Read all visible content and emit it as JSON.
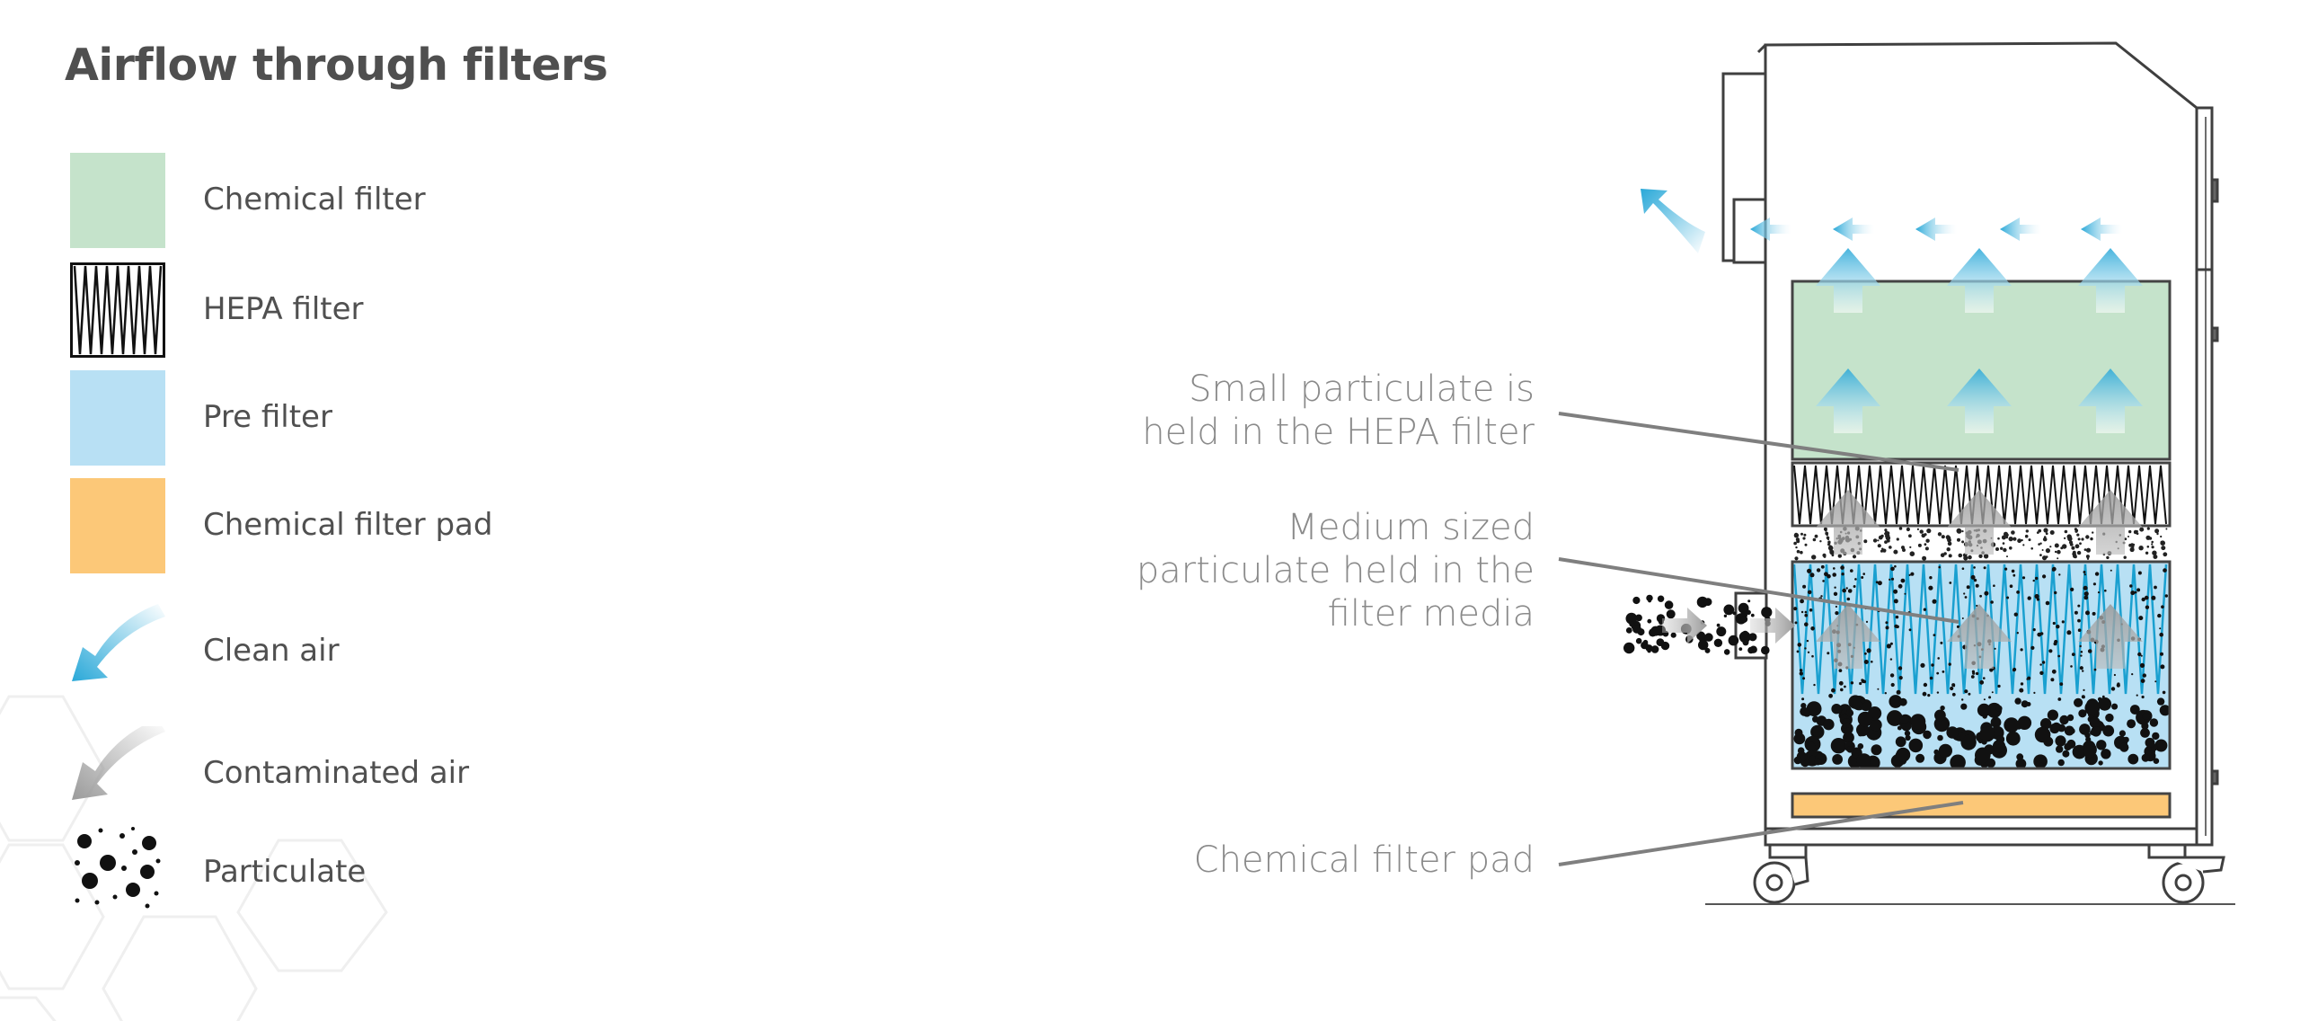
{
  "title": "Airflow through filters",
  "legend": {
    "items": [
      {
        "label": "Chemical filter",
        "icon": "chemical-filter-swatch",
        "color": "#c5e3cb"
      },
      {
        "label": "HEPA filter",
        "icon": "hepa-filter-swatch",
        "color": "#ffffff"
      },
      {
        "label": "Pre filter",
        "icon": "pre-filter-swatch",
        "color": "#b8e0f4"
      },
      {
        "label": "Chemical filter pad",
        "icon": "chemical-filter-pad-swatch",
        "color": "#fcc878"
      },
      {
        "label": "Clean air",
        "icon": "clean-air-arrow-icon",
        "color": "#29a8d8"
      },
      {
        "label": "Contaminated air",
        "icon": "contaminated-air-arrow-icon",
        "color": "#9a9a9a"
      },
      {
        "label": "Particulate",
        "icon": "particulate-icon",
        "color": "#111111"
      }
    ]
  },
  "callouts": [
    {
      "lines": [
        "Small particulate is",
        "held in the HEPA filter"
      ]
    },
    {
      "lines": [
        "Medium sized",
        "particulate held in the",
        "filter media"
      ]
    },
    {
      "lines": [
        "Chemical filter pad"
      ]
    }
  ],
  "colors": {
    "chemical_filter": "#c5e3cb",
    "pre_filter": "#b8e0f4",
    "chemical_filter_pad": "#fcc878",
    "clean_air": "#29a8d8",
    "contaminated_air": "#9a9a9a",
    "outline": "#444444"
  }
}
